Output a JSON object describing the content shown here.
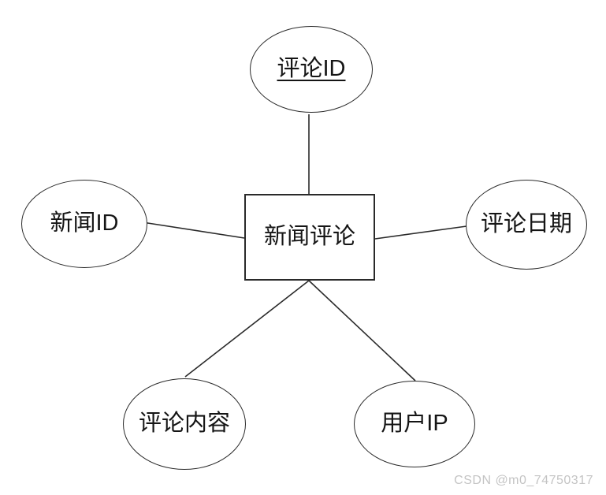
{
  "diagram": {
    "type": "er-attribute-diagram",
    "entity": {
      "label": "新闻评论",
      "shape": "rectangle"
    },
    "attributes": [
      {
        "label": "评论ID",
        "shape": "ellipse",
        "primary_key": true,
        "position": "top"
      },
      {
        "label": "新闻ID",
        "shape": "ellipse",
        "primary_key": false,
        "position": "left"
      },
      {
        "label": "评论日期",
        "shape": "ellipse",
        "primary_key": false,
        "position": "right"
      },
      {
        "label": "评论内容",
        "shape": "ellipse",
        "primary_key": false,
        "position": "bottom-left"
      },
      {
        "label": "用户IP",
        "shape": "ellipse",
        "primary_key": false,
        "position": "bottom-right"
      }
    ]
  },
  "watermark": {
    "text": "CSDN @m0_74750317"
  },
  "colors": {
    "stroke": "#2a2a2a",
    "background": "#ffffff",
    "watermark": "#c4c4c4"
  }
}
